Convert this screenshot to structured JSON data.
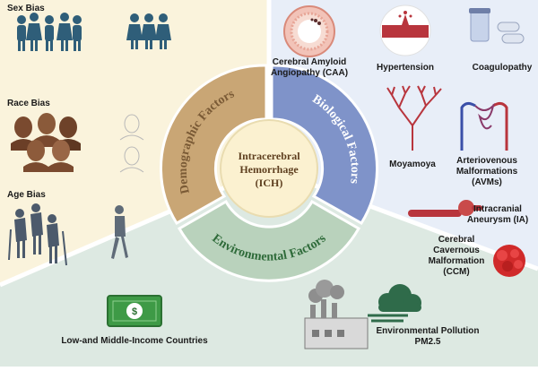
{
  "center": {
    "line1": "Intracerebral",
    "line2": "Hemorrhage",
    "line3": "(ICH)"
  },
  "segments": {
    "demographic": "Demographic Factors",
    "biological": "Biological Factors",
    "environmental": "Environmental Factors"
  },
  "demographic": {
    "sex_bias": "Sex Bias",
    "race_bias": "Race Bias",
    "age_bias": "Age Bias"
  },
  "biological": {
    "caa_line1": "Cerebral Amyloid",
    "caa_line2": "Angiopathy (CAA)",
    "hypertension": "Hypertension",
    "coagulopathy": "Coagulopathy",
    "moyamoya": "Moyamoya",
    "avm_line1": "Arteriovenous",
    "avm_line2": "Malformations",
    "avm_line3": "(AVMs)",
    "ia_line1": "Intracranial",
    "ia_line2": "Aneurysm (IA)",
    "ccm_line1": "Cerebral",
    "ccm_line2": "Cavernous",
    "ccm_line3": "Malformation",
    "ccm_line4": "(CCM)"
  },
  "environmental": {
    "lmic": "Low-and Middle-Income Countries",
    "pollution_line1": "Environmental Pollution",
    "pollution_line2": "PM2.5"
  },
  "colors": {
    "demographic_panel": "#faf3dc",
    "biological_panel": "#e8eef8",
    "environmental_panel": "#dde9e2",
    "demographic_ring": "#c9a675",
    "biological_ring": "#7f93c9",
    "environmental_ring": "#b9d2bc",
    "center_fill": "#fbf1d0",
    "people_blue": "#2f5e79"
  }
}
